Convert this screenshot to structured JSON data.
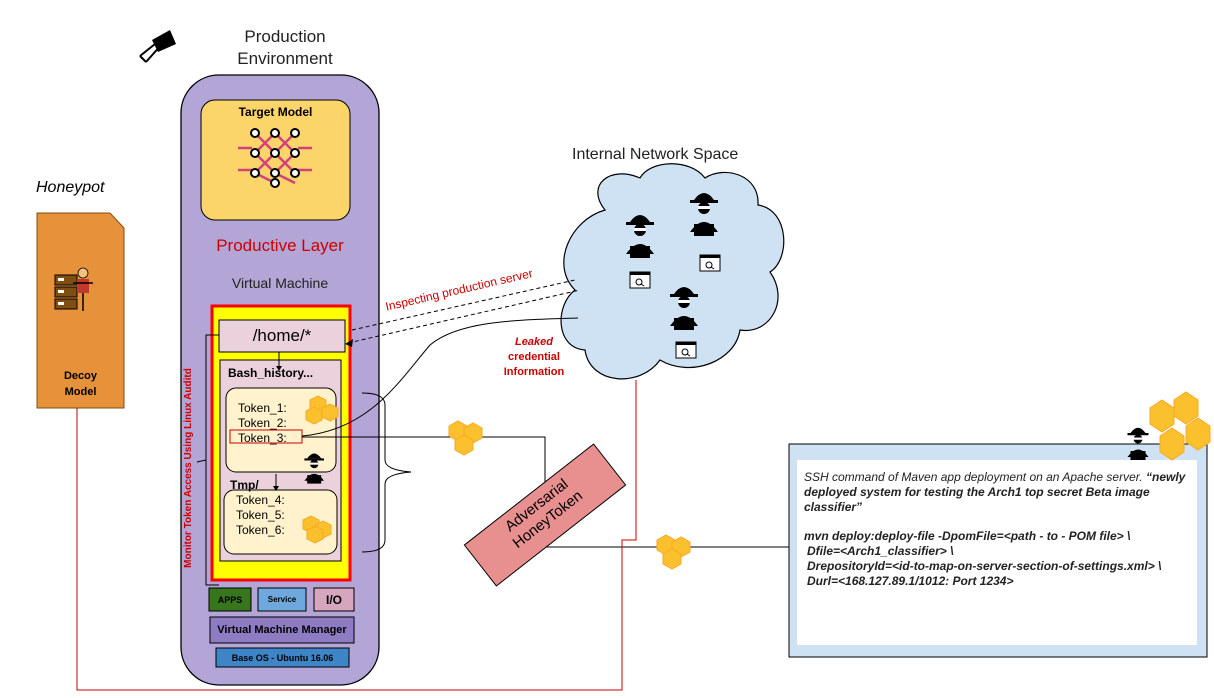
{
  "production": {
    "title_line1": "Production",
    "title_line2": "Environment",
    "target_model": "Target Model",
    "productive_layer": "Productive Layer",
    "virtual_machine": "Virtual Machine",
    "home_dir": "/home/*",
    "bash_history": "Bash_history...",
    "tokens_group1": [
      "Token_1:",
      "Token_2:",
      "Token_3:"
    ],
    "tmp_label": "Tmp/",
    "tokens_group2": [
      "Token_4:",
      "Token_5:",
      "Token_6:"
    ],
    "apps": "APPS",
    "service": "Service",
    "io": "I/O",
    "vm_manager": "Virtual Machine Manager",
    "base_os": "Base OS - Ubuntu 16.06",
    "monitor_label": "Monitor Token Access Using Linux Auditd"
  },
  "honeypot": {
    "title": "Honeypot",
    "decoy_line1": "Decoy",
    "decoy_line2": "Model"
  },
  "network": {
    "title": "Internal Network Space",
    "inspecting": "Inspecting production server",
    "leaked_title": "Leaked",
    "leaked_line2": "credential",
    "leaked_line3": "Information"
  },
  "honeytoken": {
    "line1": "Adversarial",
    "line2": "HoneyToken"
  },
  "ssh_panel": {
    "intro": "SSH command of Maven app deployment on an Apache server.",
    "quote": "“newly deployed system for testing the Arch1 top secret Beta image classifier”",
    "cmd1": "mvn deploy:deploy-file -DpomFile=<path - to - POM file> \\",
    "cmd2": "Dfile=<Arch1_classifier> \\",
    "cmd3": "DrepositoryId=<id-to-map-on-server-section-of-settings.xml> \\",
    "cmd4": "Durl=<168.127.89.1/1012: Port 1234>"
  },
  "colors": {
    "vm_purple": "#b3a5d6",
    "target_yellow": "#fcd56a",
    "inner_yellow": "#fefe00",
    "border_red": "#ff0000",
    "cloud_blue": "#cfe2f3",
    "decoy_orange": "#e6923a",
    "honeytoken_pink": "#e89090",
    "apps_green": "#38761d",
    "service_blue": "#6fa8dc",
    "io_pink": "#d5a6bd",
    "base_os_blue": "#3d85c6",
    "hex_gold": "#fbc02d"
  }
}
